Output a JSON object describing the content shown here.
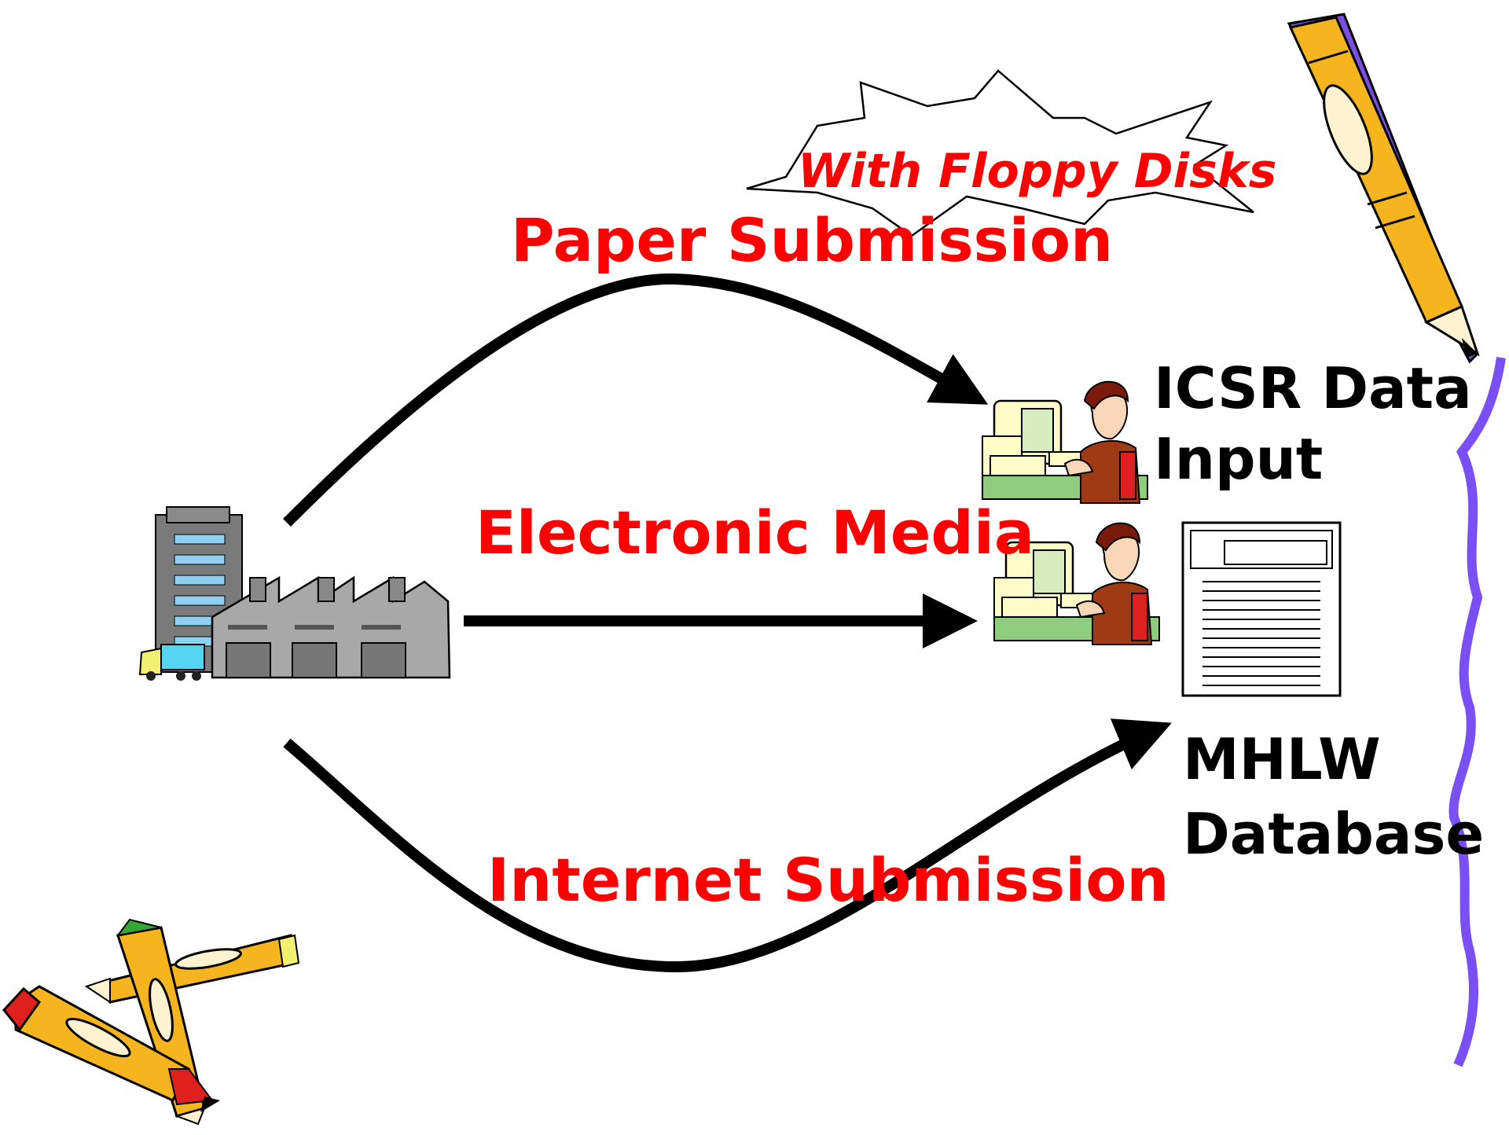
{
  "flows": {
    "paper": "Paper Submission",
    "media": "Electronic Media",
    "internet": "Internet Submission"
  },
  "callout": "With Floppy Disks",
  "icsr": {
    "line1": "ICSR Data",
    "line2": "Input"
  },
  "database": {
    "line1": "MHLW",
    "line2": "Database"
  },
  "icons": {
    "factory": "factory-icon",
    "operator_top": "data-entry-operator-icon",
    "operator_mid": "data-entry-operator-icon",
    "server": "database-server-icon",
    "pencil_right": "pencil-icon",
    "pencils_left": "crossed-pencils-icon",
    "edge": "torn-paper-edge"
  },
  "colors": {
    "flow_label": "#ff0000",
    "arrow": "#000000",
    "pencil_body": "#f6b41e",
    "pencil_shade": "#7b4fe0",
    "edge": "#7a4ff5"
  }
}
